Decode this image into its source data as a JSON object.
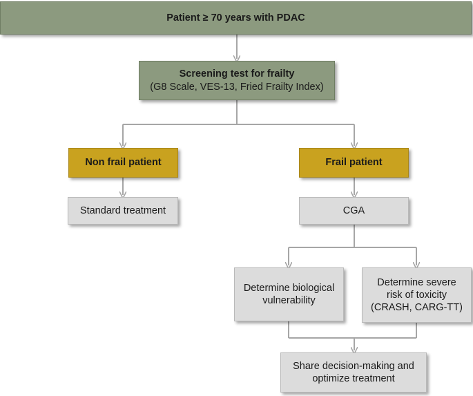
{
  "top": {
    "label": "Patient ≥ 70 years with PDAC"
  },
  "screening": {
    "title": "Screening test for frailty",
    "subtitle": "(G8 Scale, VES-13, Fried Frailty Index)"
  },
  "non_frail": {
    "label": "Non frail patient"
  },
  "frail": {
    "label": "Frail patient"
  },
  "standard": {
    "label": "Standard treatment"
  },
  "cga": {
    "label": "CGA"
  },
  "vulnerability": {
    "line1": "Determine biological",
    "line2": "vulnerability"
  },
  "toxicity": {
    "line1": "Determine severe",
    "line2": "risk of toxicity",
    "line3": "(CRASH, CARG-TT)"
  },
  "decision": {
    "line1": "Share decision-making and",
    "line2": "optimize treatment"
  },
  "colors": {
    "green": "#8c9a7f",
    "gold": "#c9a21f",
    "grey": "#dcdcdc",
    "connector": "#a6a6a6"
  }
}
